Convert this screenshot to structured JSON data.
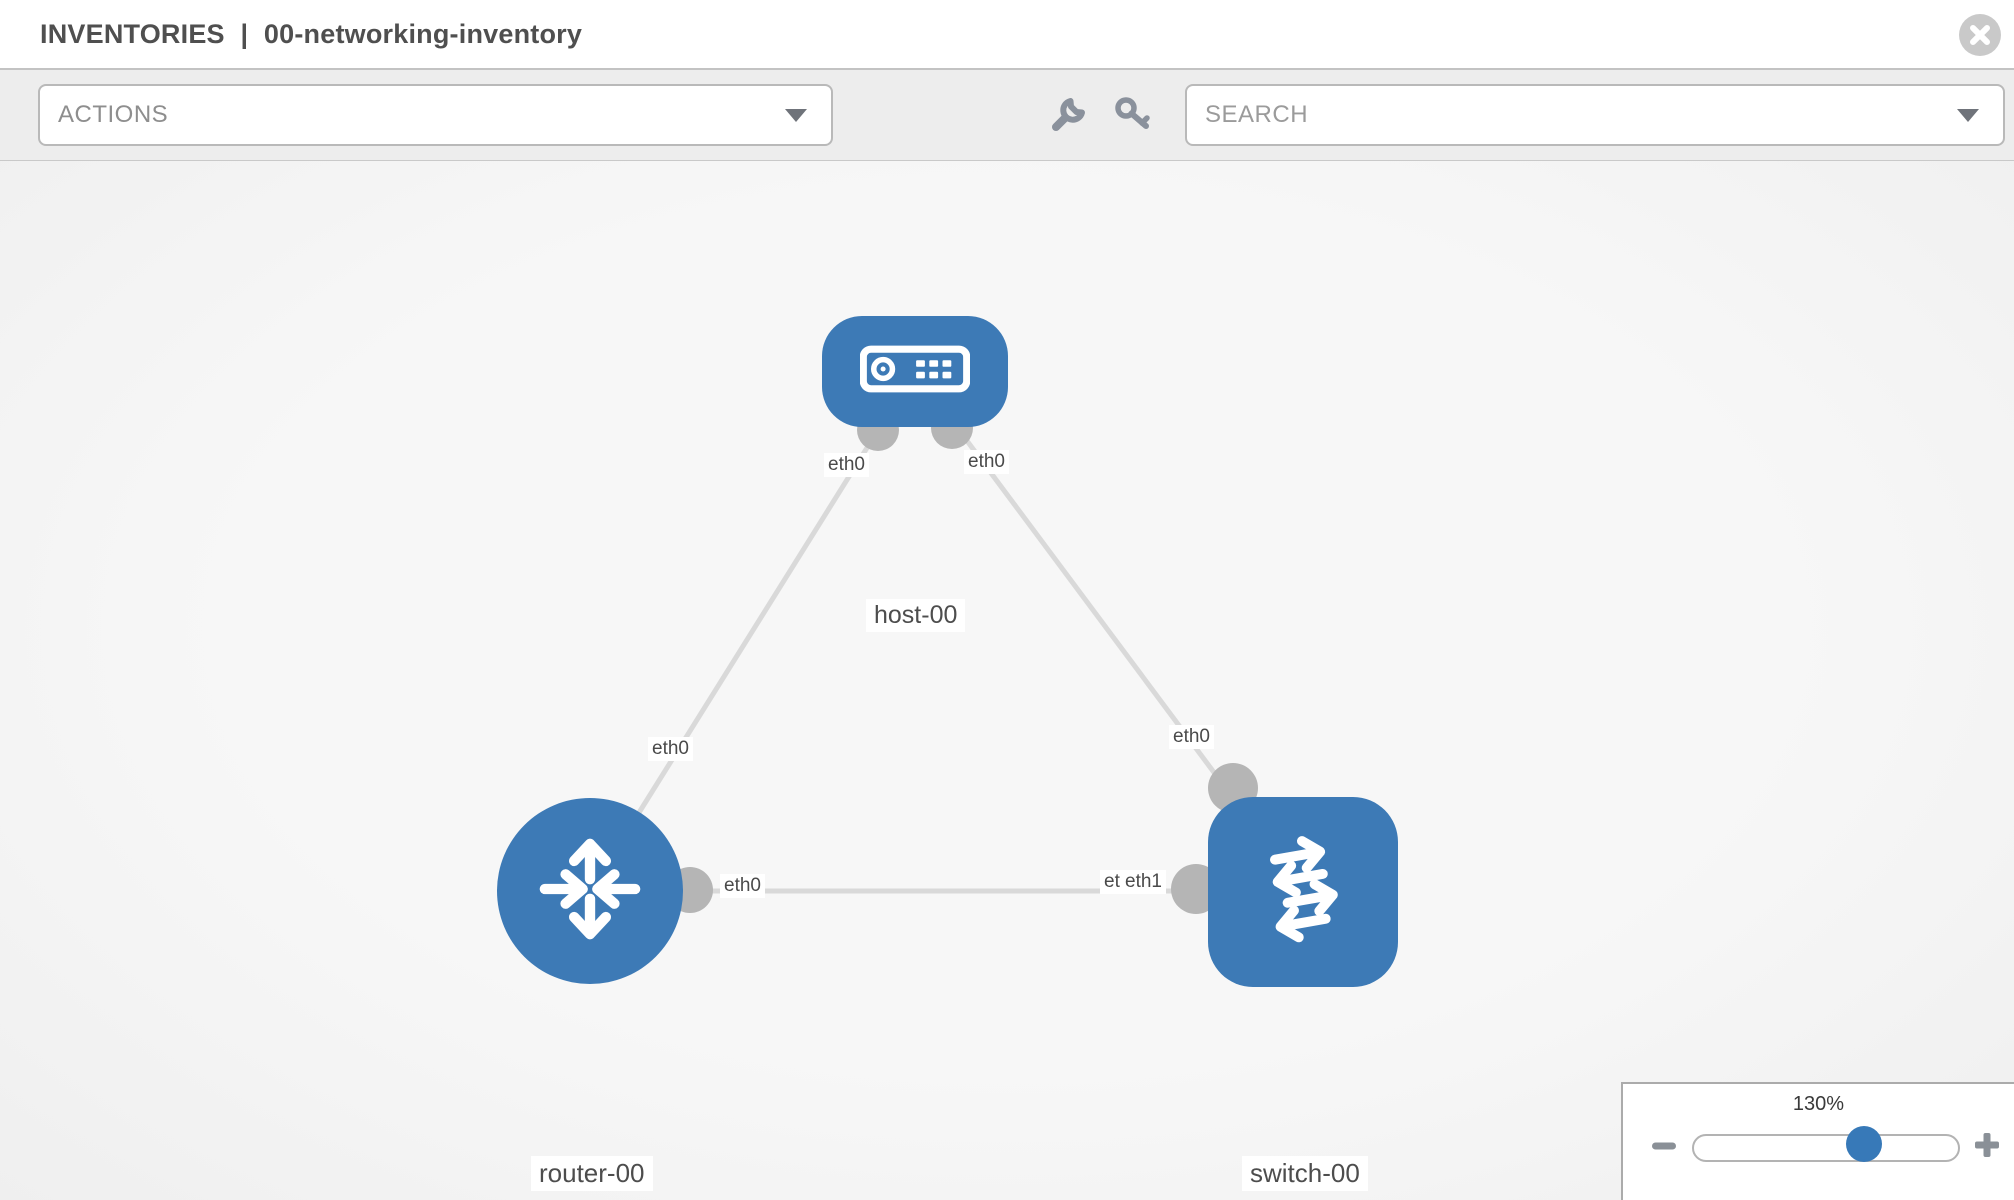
{
  "header": {
    "section": "INVENTORIES",
    "separator": "|",
    "inventory_name": "00-networking-inventory"
  },
  "toolbar": {
    "actions_placeholder": "ACTIONS",
    "search_placeholder": "SEARCH",
    "tool_icons": [
      "wrench-icon",
      "key-icon"
    ]
  },
  "topology": {
    "nodes": [
      {
        "id": "host-00",
        "label": "host-00",
        "type": "host",
        "shape": "rounded-rect"
      },
      {
        "id": "router-00",
        "label": "router-00",
        "type": "router",
        "shape": "circle"
      },
      {
        "id": "switch-00",
        "label": "switch-00",
        "type": "switch",
        "shape": "rounded-square"
      }
    ],
    "links": [
      {
        "from": "host-00",
        "to": "router-00",
        "from_interface": "eth0",
        "to_interface": "eth0"
      },
      {
        "from": "host-00",
        "to": "switch-00",
        "from_interface": "eth0",
        "to_interface": "eth0"
      },
      {
        "from": "router-00",
        "to": "switch-00",
        "from_interface": "eth0",
        "to_interface": "eth1"
      }
    ],
    "stray_label": "eth0"
  },
  "zoom_control": {
    "level": "130%"
  },
  "colors": {
    "node_blue": "#3d7ab6",
    "link_gray": "#d9d9d9",
    "endpoint_gray": "#b5b5b5",
    "canvas_bg": "#f5f5f5",
    "toolbar_bg": "#ededed"
  }
}
